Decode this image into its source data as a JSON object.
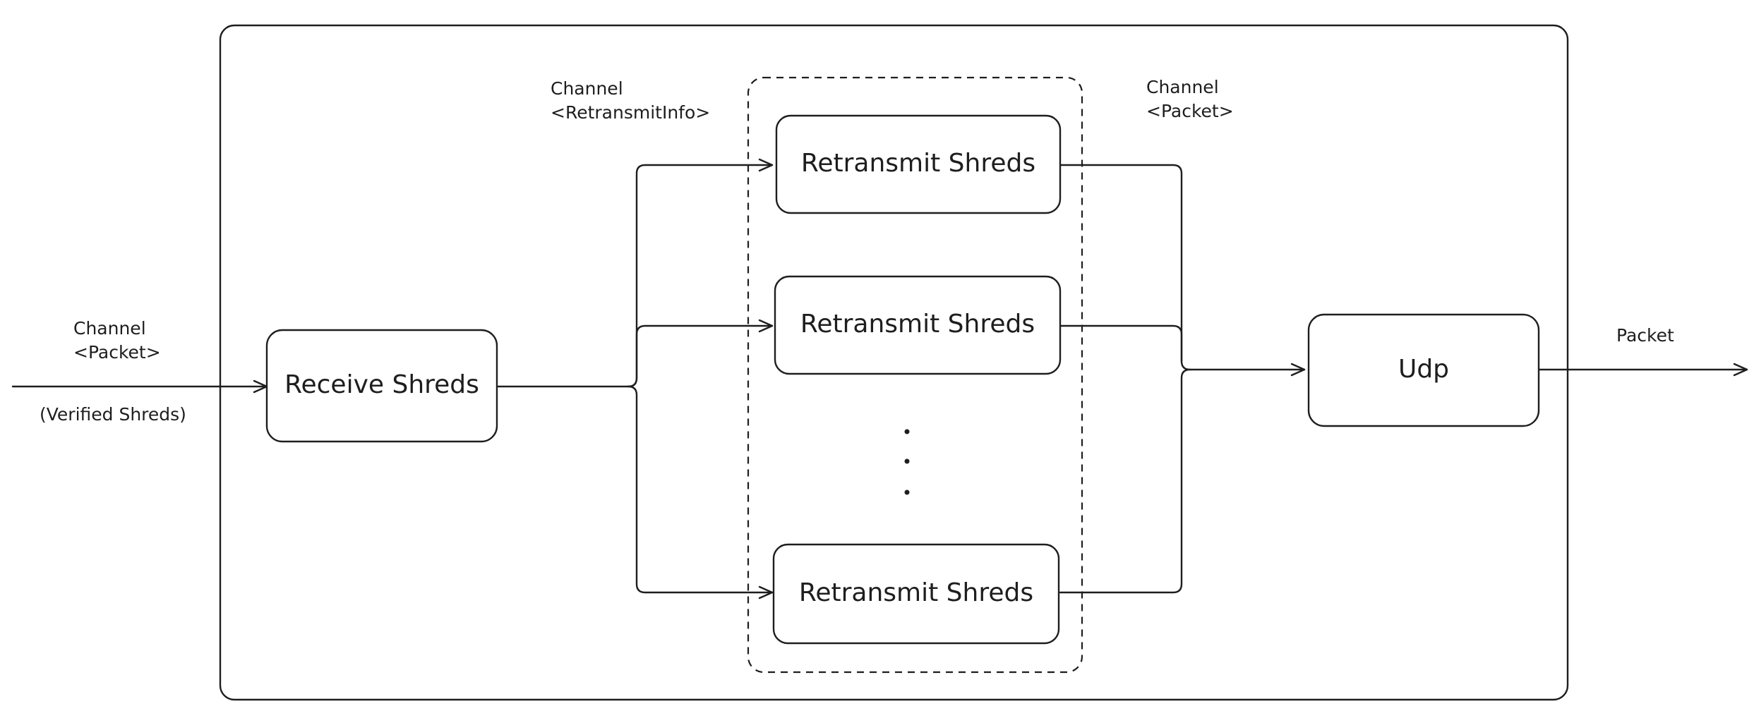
{
  "nodes": {
    "receive": "Receive Shreds",
    "retransmit": [
      "Retransmit Shreds",
      "Retransmit Shreds",
      "Retransmit Shreds"
    ],
    "udp": "Udp"
  },
  "labels": {
    "input_channel": [
      "Channel",
      "<Packet>"
    ],
    "input_note": "(Verified Shreds)",
    "retransmit_channel": [
      "Channel",
      "<RetransmitInfo>"
    ],
    "output_channel": [
      "Channel",
      "<Packet>"
    ],
    "output": "Packet"
  }
}
